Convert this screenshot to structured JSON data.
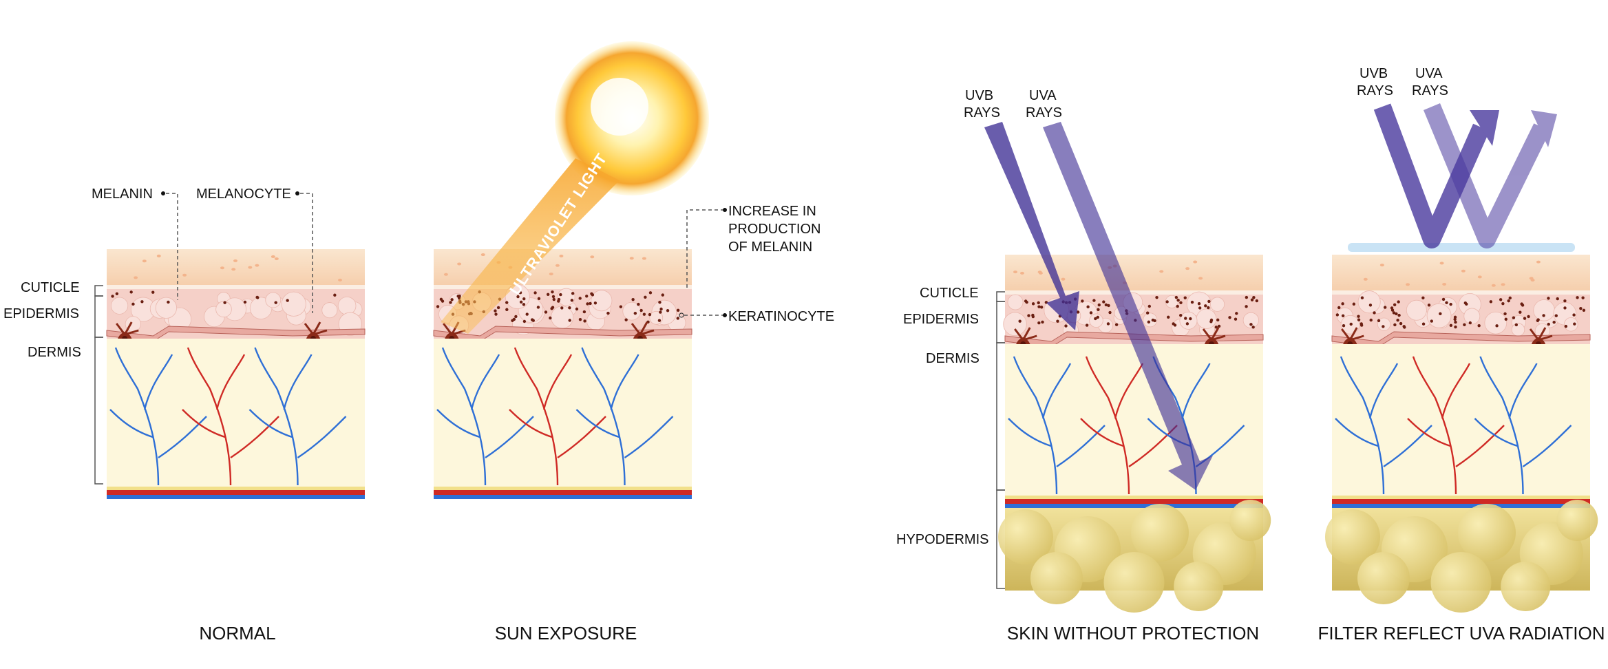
{
  "panels": {
    "normal": {
      "caption": "NORMAL",
      "labels": {
        "melanin": "MELANIN",
        "melanocyte": "MELANOCYTE",
        "cuticle": "CUTICLE",
        "epidermis": "EPIDERMIS",
        "dermis": "DERMIS"
      }
    },
    "sun": {
      "caption": "SUN EXPOSURE",
      "uv_label": "ULTRAVIOLET LIGHT",
      "increase": [
        "INCREASE IN",
        "PRODUCTION",
        "OF MELANIN"
      ],
      "keratinocyte": "KERATINOCYTE"
    },
    "unprotected": {
      "caption": "SKIN WITHOUT PROTECTION",
      "uvb": [
        "UVB",
        "RAYS"
      ],
      "uva": [
        "UVA",
        "RAYS"
      ],
      "cuticle": "CUTICLE",
      "epidermis": "EPIDERMIS",
      "dermis": "DERMIS",
      "hypodermis": "HYPODERMIS"
    },
    "filter": {
      "caption": "FILTER REFLECT UVA RADIATION",
      "uvb": [
        "UVB",
        "RAYS"
      ],
      "uva": [
        "UVA",
        "RAYS"
      ]
    }
  },
  "colors": {
    "cuticle": "#f8dcc2",
    "epidermis": "#f5d0c8",
    "dermis": "#fdf7dc",
    "vein": "#2e6fd6",
    "artery": "#cf2a25",
    "melanin": "#6a1f12",
    "uv_arrow": "#4a3a9e",
    "fat": "#e8d68a",
    "filter": "#c9e3f5",
    "sun": "#ffd84a"
  }
}
